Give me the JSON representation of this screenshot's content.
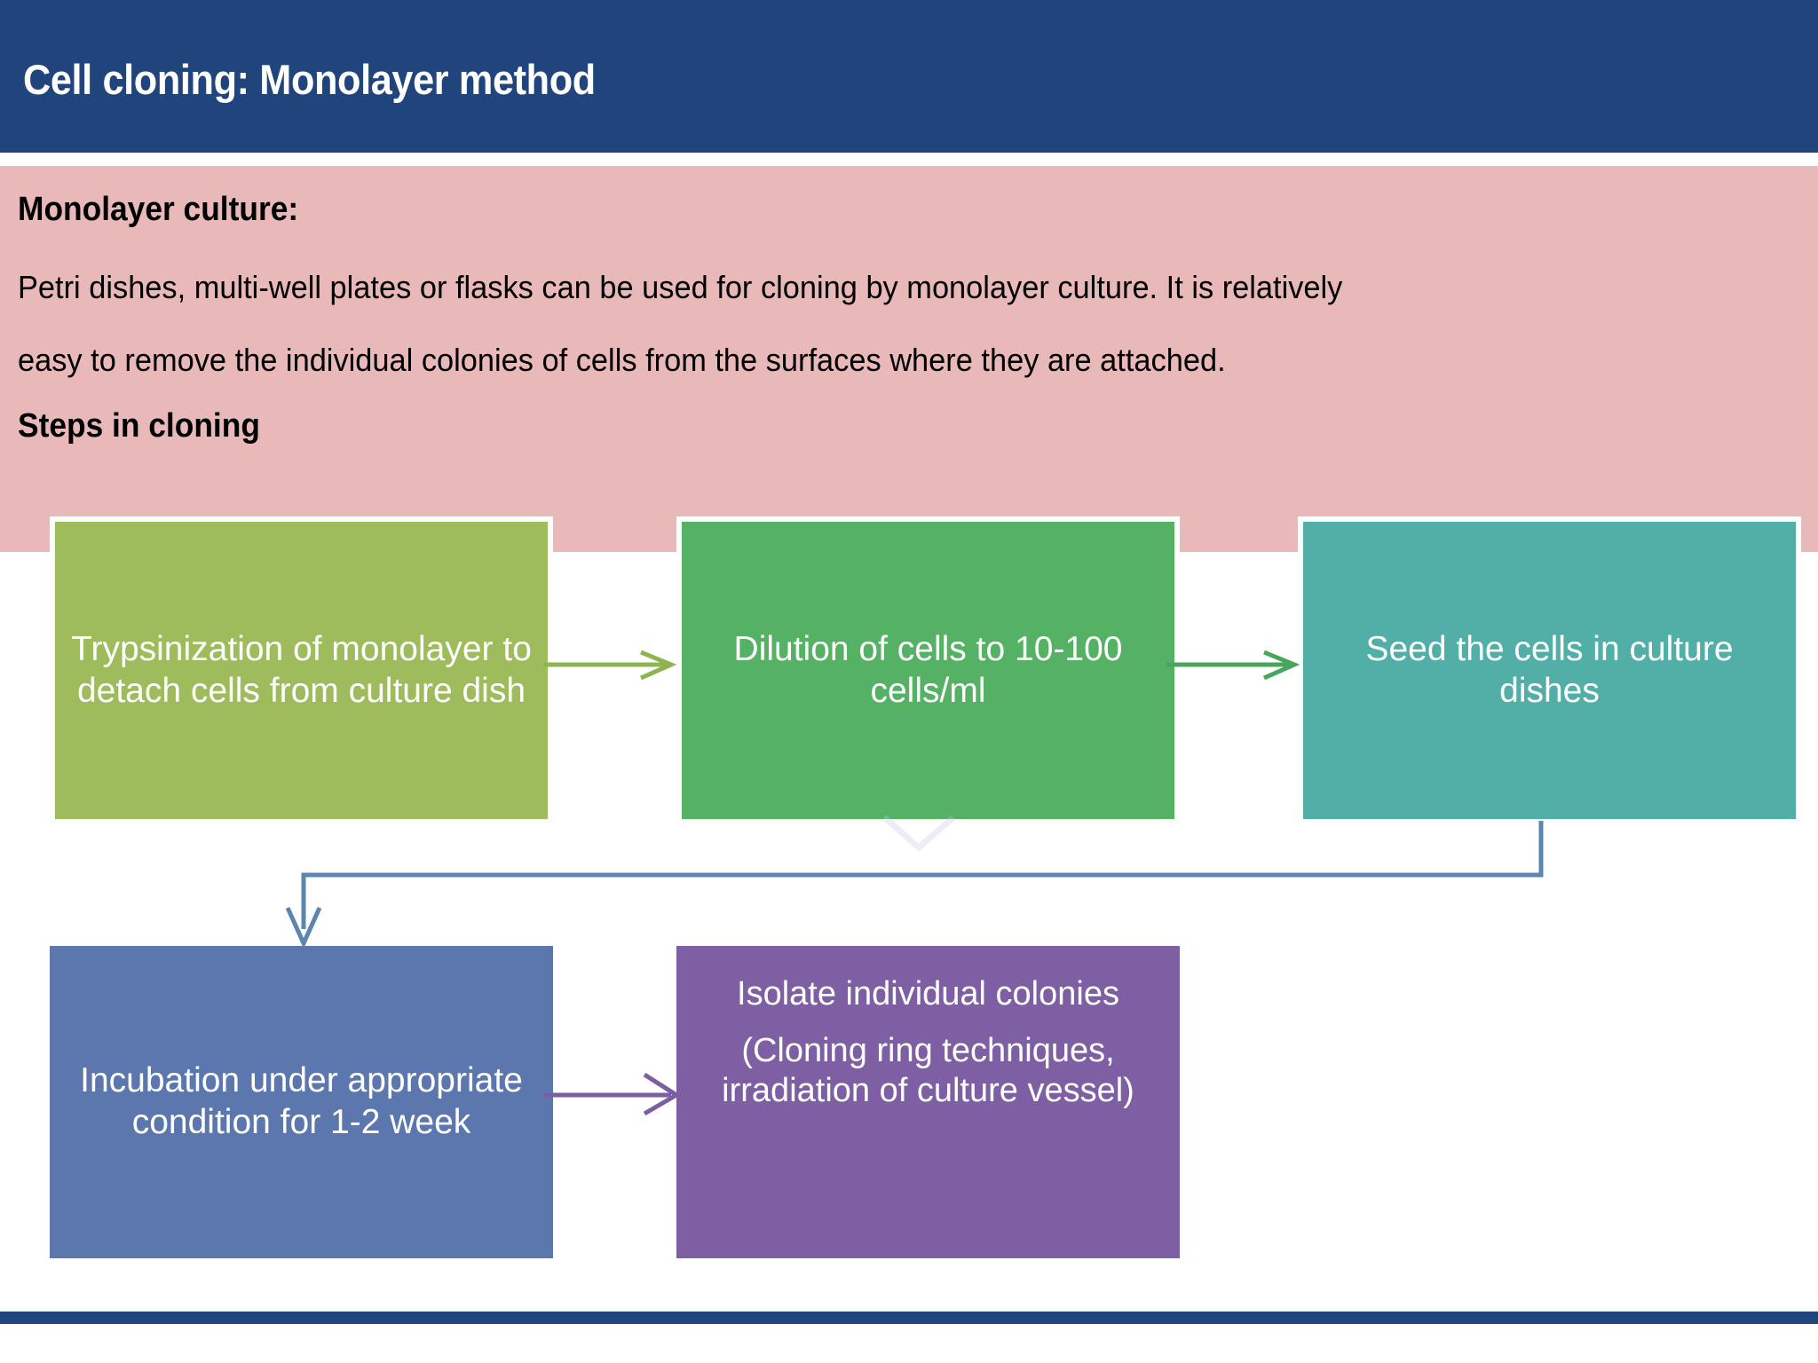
{
  "slide": {
    "title": "Cell cloning: Monolayer method",
    "accent_navy": "#20457C",
    "panel_pink": "#E8B9B8"
  },
  "body": {
    "subheading_1": "Monolayer culture:",
    "paragraph_line_1": "Petri dishes, multi-well plates or flasks can be used for cloning by monolayer culture. It is relatively",
    "paragraph_line_2": "easy to remove the individual colonies of cells from the surfaces where they are attached.",
    "subheading_2": "Steps in cloning"
  },
  "flowchart": {
    "boxes": [
      {
        "id": "trypsinization",
        "text": "Trypsinization of monolayer to detach cells from culture dish",
        "color": "#9EBC5C"
      },
      {
        "id": "dilution",
        "text": "Dilution of cells to 10-100 cells/ml",
        "color": "#55B265"
      },
      {
        "id": "seed",
        "text": "Seed the cells in culture dishes",
        "color": "#51AFA8"
      },
      {
        "id": "incubation",
        "text": "Incubation under appropriate condition for 1-2 week",
        "color": "#5B77AE"
      },
      {
        "id": "isolate",
        "text_line_1": "Isolate individual colonies",
        "text_line_2": "(Cloning ring techniques, irradiation of culture vessel)",
        "color": "#7E5FA4"
      }
    ],
    "connectors": [
      {
        "id": "arrow-1-2",
        "from": "trypsinization",
        "to": "dilution",
        "color": "#8DB44E"
      },
      {
        "id": "arrow-2-3",
        "from": "dilution",
        "to": "seed",
        "color": "#49A55E"
      },
      {
        "id": "elbow-3-4",
        "from": "seed",
        "to": "incubation",
        "color": "#5B86AE"
      },
      {
        "id": "arrow-4-5",
        "from": "incubation",
        "to": "isolate",
        "color": "#7B5EA3"
      }
    ]
  }
}
